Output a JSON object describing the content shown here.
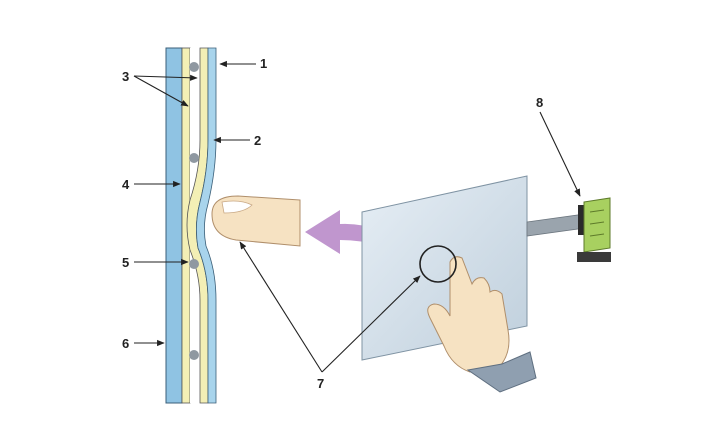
{
  "callouts": {
    "c1": "1",
    "c2": "2",
    "c3": "3",
    "c4": "4",
    "c5": "5",
    "c6": "6",
    "c7": "7",
    "c8": "8"
  },
  "colors": {
    "glass": "#8fc3e3",
    "film_yellow": "#f3efb5",
    "film_blue": "#a8d4ec",
    "spacer_dot": "#8f98a1",
    "panel": "#d9e4ee",
    "arrow_purple": "#b98bc9",
    "skin": "#f6e2c2",
    "sleeve": "#8f9fb0",
    "controller_board": "#a8d060",
    "cable": "#9aa4ad",
    "line": "#222222"
  },
  "icons": {
    "finger_press": "finger-press-icon",
    "hand_touch": "hand-touch-icon",
    "controller": "controller-board-icon"
  }
}
